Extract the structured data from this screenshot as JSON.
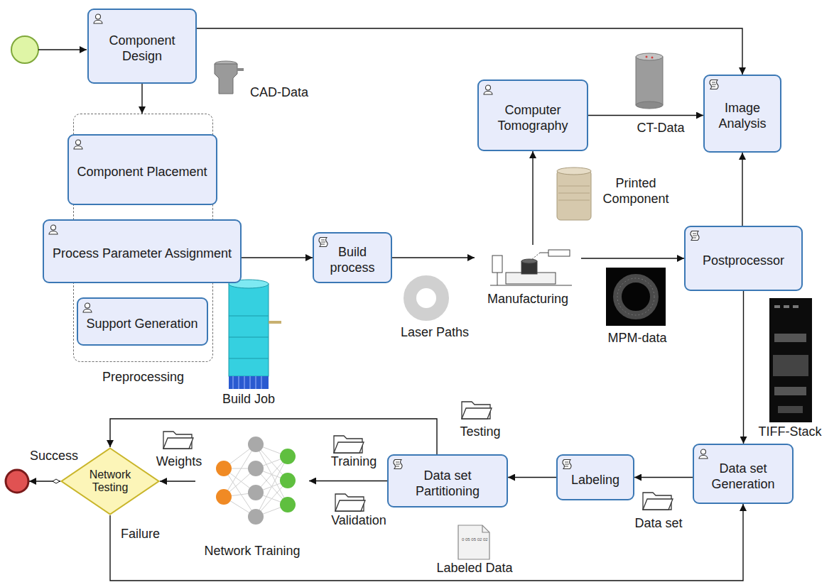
{
  "diagram": {
    "nodes": [
      {
        "text": [
          "Component Design"
        ]
      },
      {
        "text": [
          "Preprocessing"
        ]
      },
      {
        "text": [
          "Component Placement"
        ],
        "in": 1
      },
      {
        "text": [
          "Process Parameter Assignment"
        ],
        "in": 1
      },
      {
        "text": [
          "Support Generation"
        ],
        "in": 1
      },
      {
        "text": [
          "Build process"
        ]
      },
      {
        "text": [
          "Manufacturing"
        ]
      },
      {
        "text": [
          "Computer Tomography"
        ]
      },
      {
        "text": [
          "Image Analysis"
        ]
      },
      {
        "text": [
          "Postprocessor"
        ]
      },
      {
        "text": [
          "Data set Generation"
        ]
      },
      {
        "text": [
          "Labeling"
        ]
      },
      {
        "text": [
          "Data set Partitioning"
        ]
      },
      {
        "text": [
          "Network Training"
        ]
      },
      {
        "text": [
          "Network Testing"
        ]
      }
    ],
    "edges": [
      {
        "from": 0,
        "to": 8,
        "arrow": "to"
      },
      {
        "from": 0,
        "to": 1,
        "arrow": "to"
      },
      {
        "from": 1,
        "to": 5,
        "arrow": "to"
      },
      {
        "from": 5,
        "to": 6,
        "arrow": "to"
      },
      {
        "from": 6,
        "to": 7,
        "arrow": "to"
      },
      {
        "from": 6,
        "to": 9,
        "arrow": "to"
      },
      {
        "from": 7,
        "to": 8,
        "arrow": "to"
      },
      {
        "from": 9,
        "to": 8,
        "arrow": "to"
      },
      {
        "from": 9,
        "to": 10,
        "arrow": "to"
      },
      {
        "from": 10,
        "to": 11,
        "arrow": "to"
      },
      {
        "from": 11,
        "to": 12,
        "arrow": "to"
      },
      {
        "from": 12,
        "to": 13,
        "arrow": "to"
      },
      {
        "from": 13,
        "to": 14,
        "arrow": "to"
      },
      {
        "from": 12,
        "to": 14,
        "arrow": "to"
      },
      {
        "from": 14,
        "to": 10,
        "label": "Failure",
        "arrow": "to"
      }
    ],
    "labels": [
      "CAD-Data",
      "Build Job",
      "Laser Paths",
      "Printed Component",
      "CT-Data",
      "MPM-data",
      "TIFF-Stack",
      "Data set",
      "0 05 05 02 02",
      "Labeled Data",
      "Training",
      "Validation",
      "Testing",
      "Weights",
      "Success"
    ]
  }
}
